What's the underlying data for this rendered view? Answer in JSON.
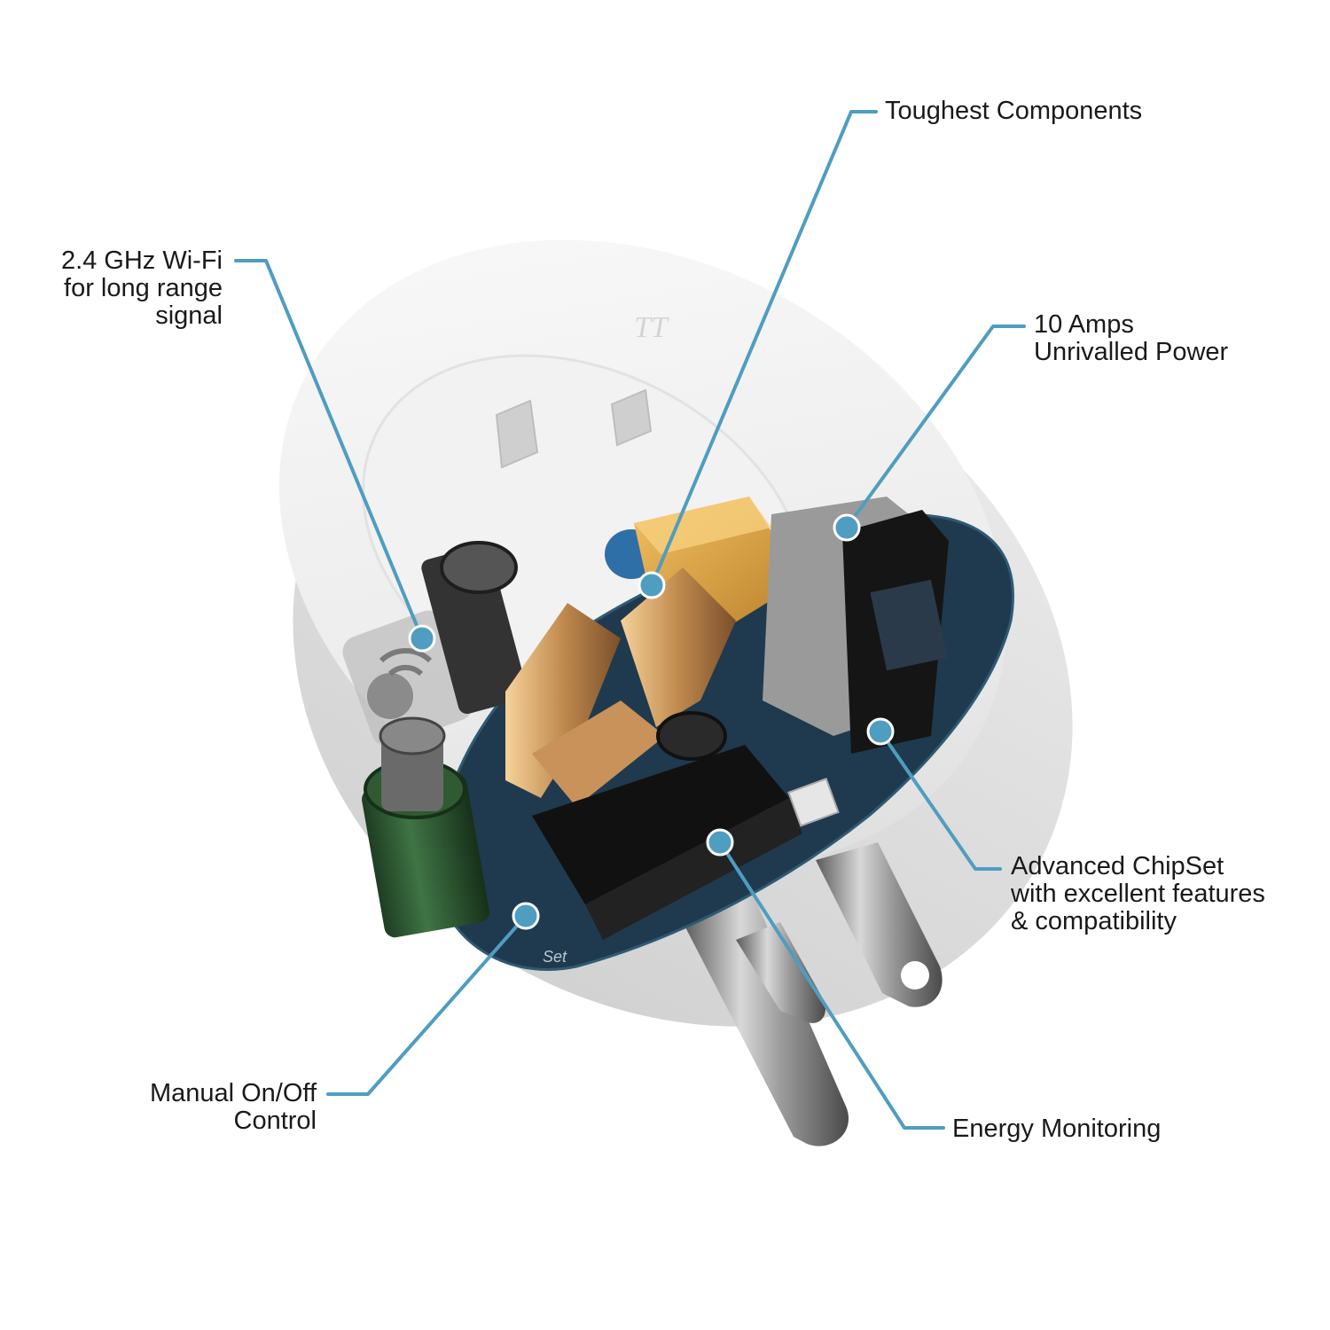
{
  "callouts": {
    "wifi": {
      "lines": [
        "2.4 GHz Wi-Fi",
        "for long range",
        "signal"
      ]
    },
    "components": {
      "lines": [
        "Toughest Components"
      ]
    },
    "amps": {
      "lines": [
        "10 Amps",
        "Unrivalled Power"
      ]
    },
    "chipset": {
      "lines": [
        "Advanced ChipSet",
        "with excellent features",
        "& compatibility"
      ]
    },
    "manual": {
      "lines": [
        "Manual On/Off",
        "Control"
      ]
    },
    "energy": {
      "lines": [
        "Energy Monitoring"
      ]
    }
  },
  "board_markings": {
    "set_label": "Set"
  },
  "colors": {
    "leader_line": "#4f9dc0",
    "label_text": "#1a1a1a",
    "housing": "#eeeeee",
    "pcb": "#1f3a4e",
    "relay": "#d8a441",
    "capacitor_green": "#2f5a32",
    "prong": "#7d7d7d"
  },
  "icons": [
    "leader-dot-icon",
    "wifi-icon",
    "logo-icon"
  ]
}
